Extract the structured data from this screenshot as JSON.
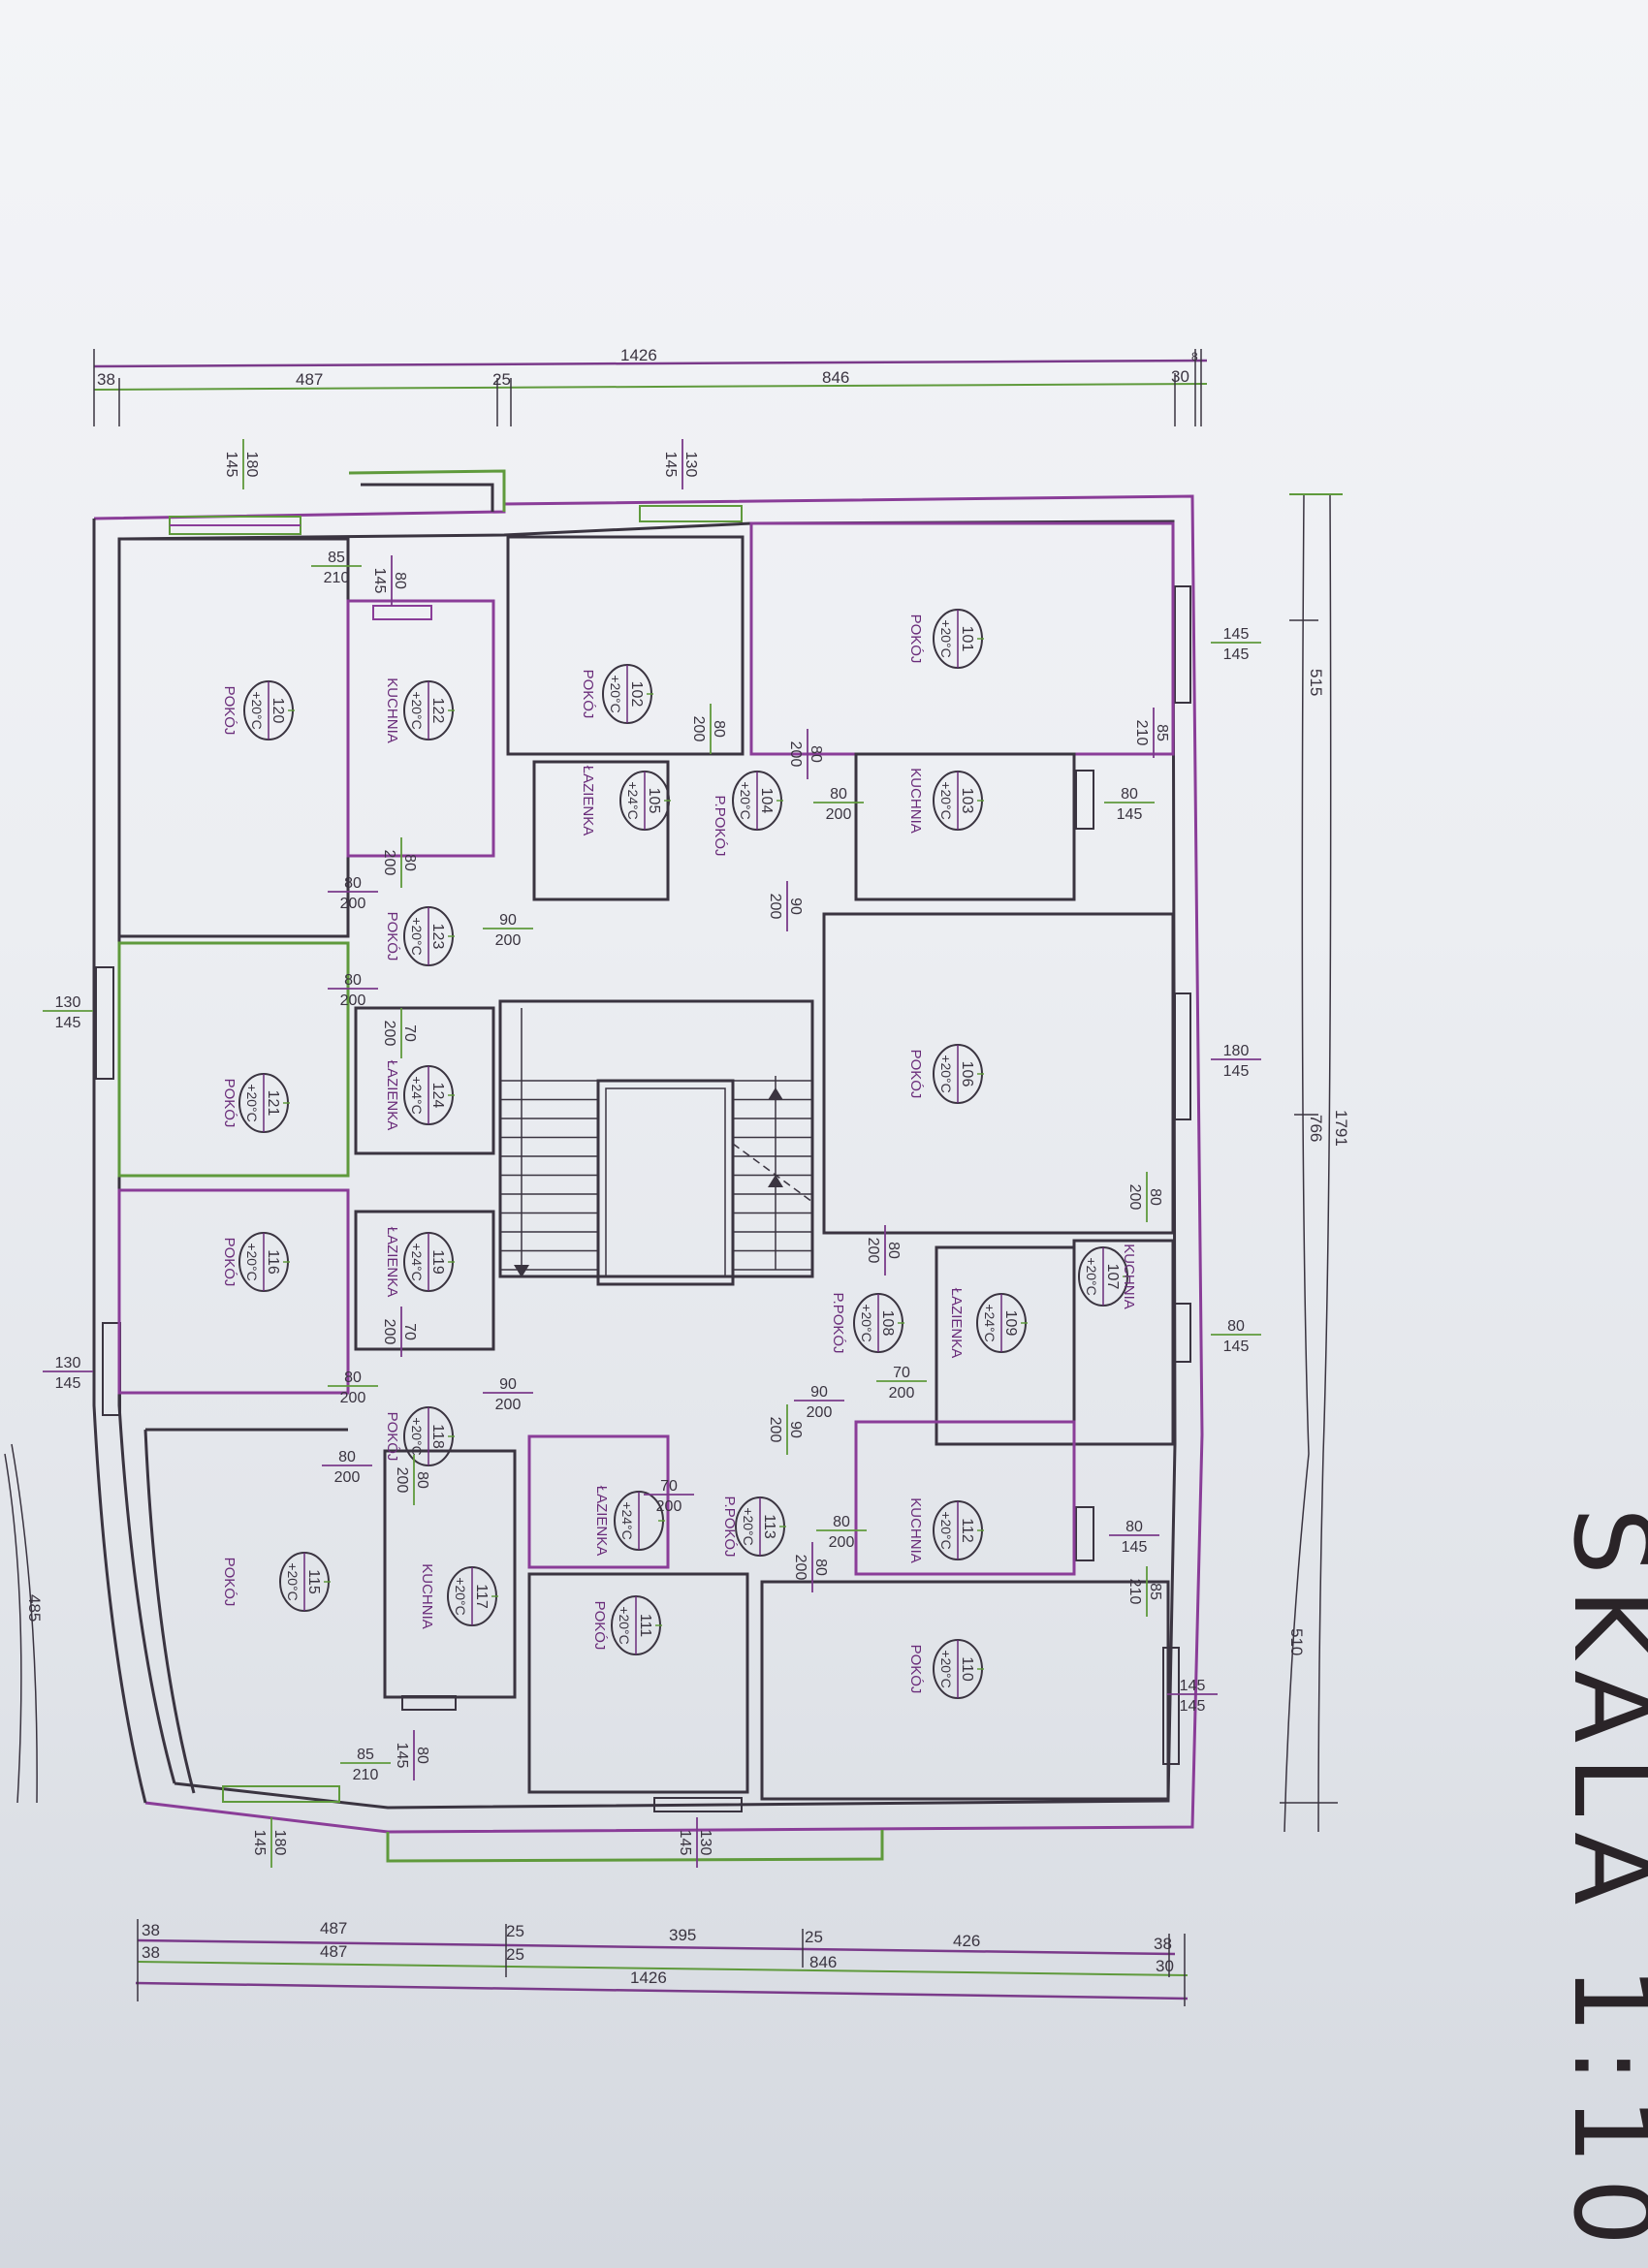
{
  "title_scale": "SKALA 1:10",
  "overall_dims": {
    "top": {
      "total": "1426",
      "seg1": "38",
      "seg2": "487",
      "seg3": "25",
      "seg4": "846",
      "seg5": "30",
      "seg6": "8"
    },
    "bottom": {
      "row1": [
        "38",
        "487",
        "25",
        "395",
        "25",
        "426",
        "38"
      ],
      "row2": [
        "38",
        "487",
        "25",
        "846",
        "30"
      ],
      "total": "1426"
    },
    "right": {
      "upper": "515",
      "middle": "766",
      "lower": "510",
      "total": "1791"
    },
    "left": {
      "curve": "485"
    }
  },
  "rooms": [
    {
      "number": "101",
      "temp": "+20°C",
      "name": "POKÓJ"
    },
    {
      "number": "102",
      "temp": "+20°C",
      "name": "POKÓJ"
    },
    {
      "number": "103",
      "temp": "+20°C",
      "name": "KUCHNIA"
    },
    {
      "number": "104",
      "temp": "+20°C",
      "name": "P.POKÓJ"
    },
    {
      "number": "105",
      "temp": "+24°C",
      "name": "ŁAZIENKA"
    },
    {
      "number": "106",
      "temp": "+20°C",
      "name": "POKÓJ"
    },
    {
      "number": "107",
      "temp": "+20°C",
      "name": "KUCHNIA"
    },
    {
      "number": "108",
      "temp": "+20°C",
      "name": "P.POKÓJ"
    },
    {
      "number": "109",
      "temp": "+24°C",
      "name": "ŁAZIENKA"
    },
    {
      "number": "110",
      "temp": "+20°C",
      "name": "POKÓJ"
    },
    {
      "number": "111",
      "temp": "+20°C",
      "name": "POKÓJ"
    },
    {
      "number": "112",
      "temp": "+20°C",
      "name": "KUCHNIA"
    },
    {
      "number": "113",
      "temp": "+20°C",
      "name": "P.POKÓJ"
    },
    {
      "number": "",
      "temp": "+24°C",
      "name": "ŁAZIENKA"
    },
    {
      "number": "115",
      "temp": "+20°C",
      "name": "POKÓJ"
    },
    {
      "number": "116",
      "temp": "+20°C",
      "name": "POKÓJ"
    },
    {
      "number": "117",
      "temp": "+20°C",
      "name": "KUCHNIA"
    },
    {
      "number": "118",
      "temp": "+20°C",
      "name": "POKÓJ"
    },
    {
      "number": "119",
      "temp": "+24°C",
      "name": "ŁAZIENKA"
    },
    {
      "number": "120",
      "temp": "+20°C",
      "name": "POKÓJ"
    },
    {
      "number": "121",
      "temp": "+20°C",
      "name": "POKÓJ"
    },
    {
      "number": "122",
      "temp": "+20°C",
      "name": "KUCHNIA"
    },
    {
      "number": "123",
      "temp": "+20°C",
      "name": "POKÓJ"
    },
    {
      "number": "124",
      "temp": "+24°C",
      "name": "ŁAZIENKA"
    }
  ],
  "opening_dims": [
    {
      "w": "180",
      "h": "145"
    },
    {
      "w": "130",
      "h": "145"
    },
    {
      "w": "85",
      "h": "210"
    },
    {
      "w": "80",
      "h": "145"
    },
    {
      "w": "145",
      "h": "145"
    },
    {
      "w": "85",
      "h": "210"
    },
    {
      "w": "80",
      "h": "145"
    },
    {
      "w": "180",
      "h": "145"
    },
    {
      "w": "80",
      "h": "145"
    },
    {
      "w": "80",
      "h": "145"
    },
    {
      "w": "85",
      "h": "210"
    },
    {
      "w": "145",
      "h": "145"
    },
    {
      "w": "130",
      "h": "145"
    },
    {
      "w": "130",
      "h": "145"
    },
    {
      "w": "180",
      "h": "145"
    },
    {
      "w": "130",
      "h": "145"
    },
    {
      "w": "85",
      "h": "210"
    },
    {
      "w": "80",
      "h": "145"
    },
    {
      "w": "80",
      "h": "200"
    },
    {
      "w": "80",
      "h": "200"
    },
    {
      "w": "80",
      "h": "200"
    },
    {
      "w": "90",
      "h": "200"
    },
    {
      "w": "80",
      "h": "200"
    },
    {
      "w": "80",
      "h": "200"
    },
    {
      "w": "90",
      "h": "200"
    },
    {
      "w": "80",
      "h": "200"
    },
    {
      "w": "70",
      "h": "200"
    },
    {
      "w": "80",
      "h": "200"
    },
    {
      "w": "80",
      "h": "200"
    },
    {
      "w": "90",
      "h": "200"
    },
    {
      "w": "70",
      "h": "200"
    },
    {
      "w": "70",
      "h": "200"
    },
    {
      "w": "80",
      "h": "200"
    },
    {
      "w": "90",
      "h": "200"
    },
    {
      "w": "90",
      "h": "200"
    },
    {
      "w": "80",
      "h": "200"
    },
    {
      "w": "80",
      "h": "200"
    },
    {
      "w": "70",
      "h": "200"
    },
    {
      "w": "80",
      "h": "200"
    },
    {
      "w": "80",
      "h": "200"
    }
  ],
  "colors": {
    "line": "#3a3440",
    "purple": "#8a3d98",
    "green": "#5f9a3c"
  }
}
